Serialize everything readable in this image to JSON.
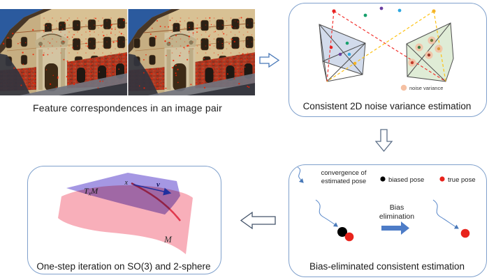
{
  "panels": {
    "photo": {
      "caption": "Feature correspondences in an image pair"
    },
    "noise": {
      "caption": "Consistent 2D noise variance estimation",
      "legend_label": "noise variance"
    },
    "bias": {
      "caption": "Bias-eliminated consistent estimation",
      "legend": {
        "convergence_line1": "convergence of",
        "convergence_line2": "estimated pose",
        "biased_label": "biased pose",
        "true_label": "true pose"
      },
      "process_line1": "Bias",
      "process_line2": "elimination"
    },
    "manifold": {
      "caption": "One-step iteration on SO(3) and 2-sphere",
      "labels": {
        "tangent_T": "T",
        "tangent_sub": "x",
        "tangent_M": "M",
        "point": "x",
        "vector": "v",
        "manifold": "M"
      }
    }
  },
  "colors": {
    "box_border": "#7fa0cc",
    "biased_pose": "#000000",
    "true_pose": "#e8231c",
    "noise_halo": "#f5c0a2",
    "left_image_plane": "#cdd7e9",
    "right_image_plane": "#dcead3",
    "tangent_plane": "#9b8ce0",
    "manifold_surface": "#f8afba",
    "ray_red": "#f23430",
    "ray_yellow": "#fdc213",
    "process_arrow": "#4d7cc7"
  }
}
